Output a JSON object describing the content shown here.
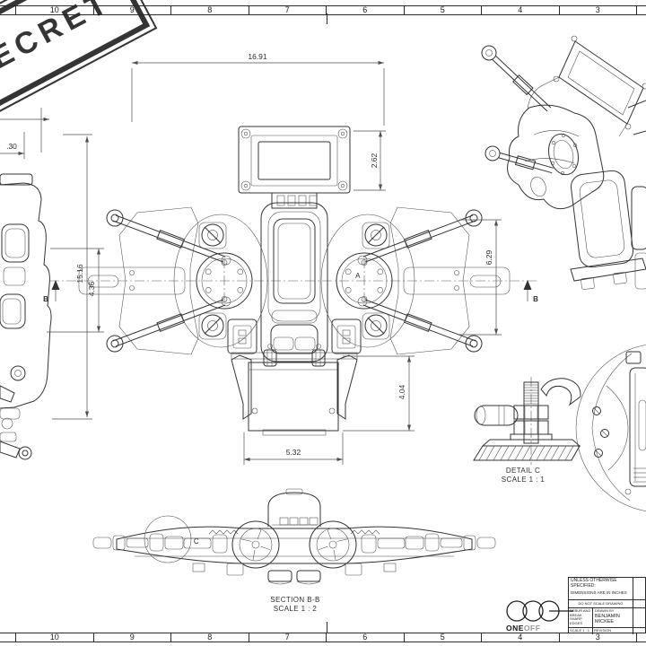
{
  "sheet": {
    "zones_top": [
      "10",
      "9",
      "8",
      "7",
      "6",
      "5",
      "4",
      "3"
    ],
    "zones_bottom": [
      "10",
      "9",
      "8",
      "7",
      "6",
      "5",
      "4",
      "3"
    ],
    "stamp_text": "SECRET"
  },
  "dimensions": {
    "overall_width": "16.91",
    "display_height": "2.62",
    "edge_offset": ".30",
    "overall_length": "15.16",
    "side_height": "4.36",
    "arm_spread": "6.29",
    "battery_height": "4.04",
    "battery_width": "5.32"
  },
  "labels": {
    "section_arrow_left": "B",
    "section_arrow_right": "B",
    "detail_circle": "C",
    "datum_a": "A",
    "section_view_title": "SECTION B-B",
    "section_view_scale": "SCALE 1 : 2",
    "detail_view_title": "DETAIL C",
    "detail_view_scale": "SCALE 1 : 1"
  },
  "title_block": {
    "spec_line1": "UNLESS OTHERWISE",
    "spec_line2": "SPECIFIED:",
    "units_note": "DIMENSIONS ARE IN INCHES",
    "no_scale_note": "DO NOT SCALE DRAWING",
    "debur_note_line1": "DEBUR AND",
    "debur_note_line2": "BREAK SHARP",
    "debur_note_line3": "EDGES",
    "drawn_by_label": "DRAWN BY",
    "author_first": "BENJAMIN",
    "author_last": "MICKEE",
    "scale_cell": "SCALE 1 : 1",
    "revision_cell": "REVISION",
    "logo_bold": "ONE",
    "logo_light": "OFF",
    "logo_suffix": "········"
  }
}
